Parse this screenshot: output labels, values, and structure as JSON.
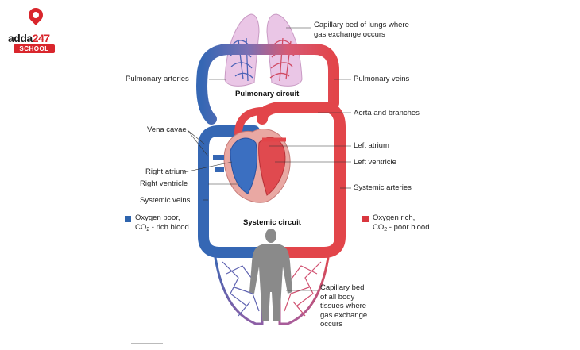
{
  "logo": {
    "brand": "adda",
    "number": "247",
    "tag": "SCHOOL"
  },
  "labels": {
    "capillary_lungs": [
      "Capillary bed of lungs where",
      "gas exchange occurs"
    ],
    "pulmonary_arteries": "Pulmonary arteries",
    "pulmonary_veins": "Pulmonary veins",
    "pulmonary_circuit": "Pulmonary circuit",
    "aorta": "Aorta and branches",
    "vena_cavae": "Vena cavae",
    "left_atrium": "Left atrium",
    "left_ventricle": "Left ventricle",
    "right_atrium": "Right atrium",
    "right_ventricle": "Right ventricle",
    "systemic_arteries": "Systemic arteries",
    "systemic_veins": "Systemic veins",
    "systemic_circuit": "Systemic circuit",
    "capillary_body": [
      "Capillary bed",
      "of all body",
      "tissues where",
      "gas exchange",
      "occurs"
    ]
  },
  "legend": {
    "oxygen_poor": {
      "line1": "Oxygen poor,",
      "line2_pre": "CO",
      "line2_sub": "2",
      "line2_post": " - rich blood",
      "color": "#2e64ad"
    },
    "oxygen_rich": {
      "line1": "Oxygen rich,",
      "line2_pre": "CO",
      "line2_sub": "2",
      "line2_post": " - poor blood",
      "color": "#d9373f"
    }
  },
  "colors": {
    "blue": "#3567b4",
    "red": "#e2454a",
    "lung": "#e9c3e4",
    "figure": "#8a8a8a"
  }
}
